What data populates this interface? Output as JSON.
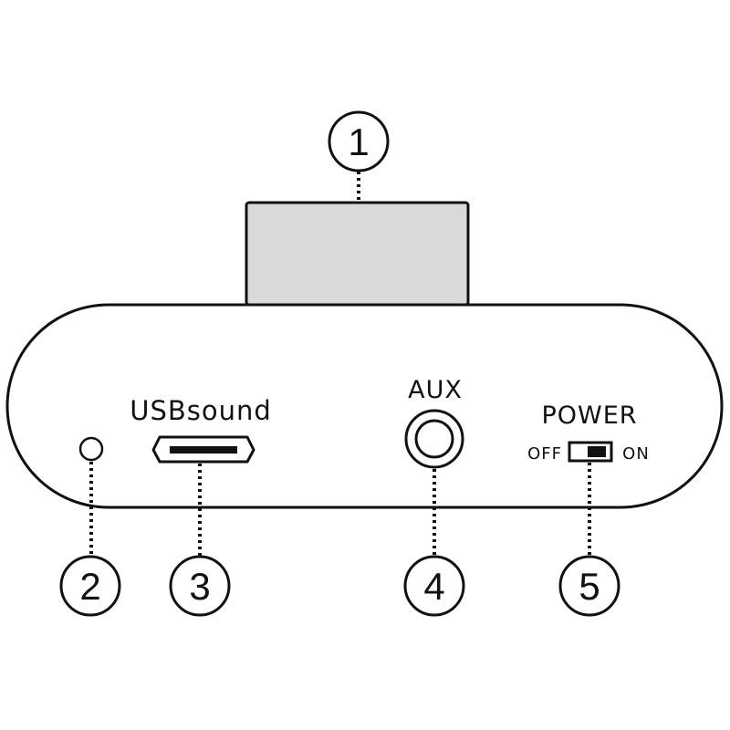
{
  "labels": {
    "usb": "USBsound",
    "aux": "AUX",
    "power": "POWER",
    "off": "OFF",
    "on": "ON"
  },
  "callouts": [
    "1",
    "2",
    "3",
    "4",
    "5"
  ],
  "colors": {
    "stroke": "#111111",
    "module_fill": "#d9d9d9",
    "background": "#ffffff"
  }
}
